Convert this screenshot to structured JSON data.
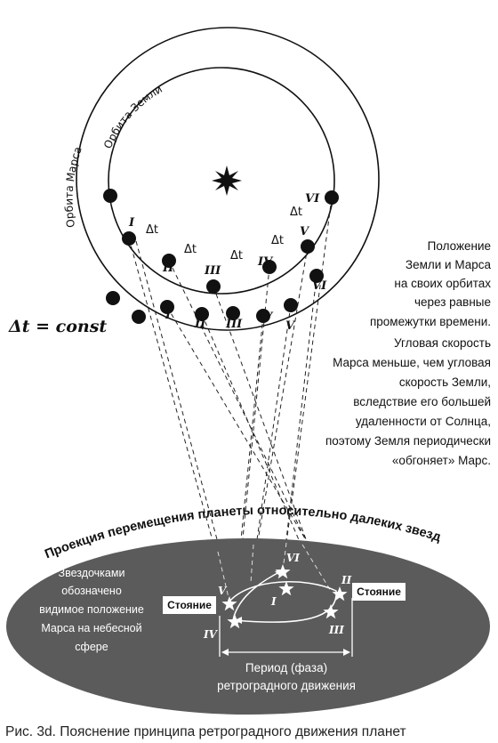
{
  "orbit_labels": {
    "mars": "Орбита Марса",
    "earth": "Орбита Земли"
  },
  "dt_symbol": "Δt",
  "dt_const": "Δt = const",
  "roman": [
    "I",
    "II",
    "III",
    "IV",
    "V",
    "VI"
  ],
  "side_text": [
    "Положение",
    "Земли и Марса",
    "на своих орбитах",
    "через равные",
    "промежутки времени.",
    "Угловая скорость",
    "Марса меньше, чем угловая",
    "скорость Земли,",
    "вследствие его большей",
    "удаленности от Солнца,",
    "поэтому Земля периодически",
    "«обгоняет» Марс."
  ],
  "projection_title": "Проекция перемещения планеты относительно далеких звезд",
  "oval_text": [
    "Звездочками",
    "обозначено",
    "видимое положение",
    "Марса на небесной",
    "сфере"
  ],
  "stoyanie": "Стояние",
  "period": [
    "Период (фаза)",
    "ретроградного движения"
  ],
  "caption": "Рис. 3d. Пояснение принципа ретроградного движения планет",
  "colors": {
    "oval": "#5b5b5b",
    "ink": "#111111",
    "white": "#ffffff"
  }
}
